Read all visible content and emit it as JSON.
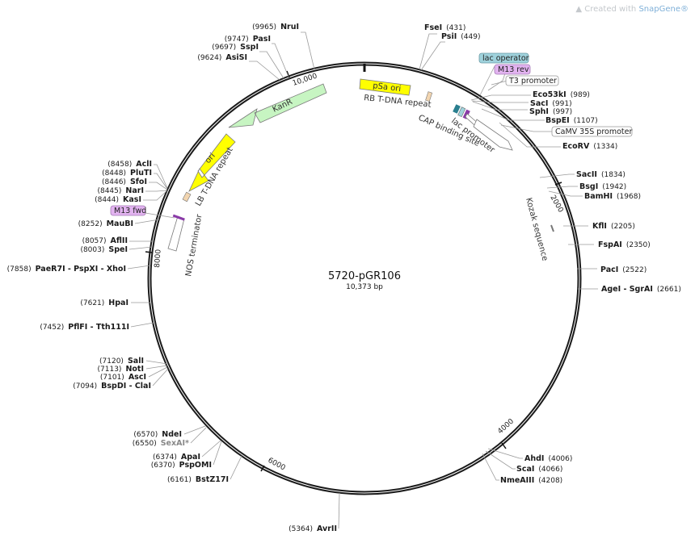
{
  "watermark": {
    "prefix": "Created with ",
    "brand": "SnapGene®"
  },
  "plasmid": {
    "name": "5720-pGR106",
    "size": "10,373 bp"
  },
  "ticks": [
    "2000",
    "4000",
    "6000",
    "8000",
    "10,000"
  ],
  "enzymes": {
    "right": [
      {
        "name": "FseI",
        "pos": "(431)"
      },
      {
        "name": "PsiI",
        "pos": "(449)"
      },
      {
        "name": "Eco53kI",
        "pos": "(989)"
      },
      {
        "name": "SacI",
        "pos": "(991)"
      },
      {
        "name": "SphI",
        "pos": "(997)"
      },
      {
        "name": "BspEI",
        "pos": "(1107)"
      },
      {
        "name": "EcoRV",
        "pos": "(1334)"
      },
      {
        "name": "SacII",
        "pos": "(1834)"
      },
      {
        "name": "BsgI",
        "pos": "(1942)"
      },
      {
        "name": "BamHI",
        "pos": "(1968)"
      },
      {
        "name": "KflI",
        "pos": "(2205)"
      },
      {
        "name": "FspAI",
        "pos": "(2350)"
      },
      {
        "name": "PacI",
        "pos": "(2522)"
      },
      {
        "name": "AgeI - SgrAI",
        "pos": "(2661)"
      },
      {
        "name": "AhdI",
        "pos": "(4006)"
      },
      {
        "name": "ScaI",
        "pos": "(4066)"
      },
      {
        "name": "NmeAIII",
        "pos": "(4208)"
      }
    ],
    "left": [
      {
        "name": "NruI",
        "pos": "(9965)"
      },
      {
        "name": "PasI",
        "pos": "(9747)"
      },
      {
        "name": "SspI",
        "pos": "(9697)"
      },
      {
        "name": "AsiSI",
        "pos": "(9624)"
      },
      {
        "name": "AclI",
        "pos": "(8458)"
      },
      {
        "name": "PluTI",
        "pos": "(8448)"
      },
      {
        "name": "SfoI",
        "pos": "(8446)"
      },
      {
        "name": "NarI",
        "pos": "(8445)"
      },
      {
        "name": "KasI",
        "pos": "(8444)"
      },
      {
        "name": "MauBI",
        "pos": "(8252)"
      },
      {
        "name": "AflII",
        "pos": "(8057)"
      },
      {
        "name": "SpeI",
        "pos": "(8003)"
      },
      {
        "name": "PaeR7I - PspXI - XhoI",
        "pos": "(7858)"
      },
      {
        "name": "HpaI",
        "pos": "(7621)"
      },
      {
        "name": "PflFI - Tth111I",
        "pos": "(7452)"
      },
      {
        "name": "SalI",
        "pos": "(7120)"
      },
      {
        "name": "NotI",
        "pos": "(7113)"
      },
      {
        "name": "AscI",
        "pos": "(7101)"
      },
      {
        "name": "BspDI - ClaI",
        "pos": "(7094)"
      },
      {
        "name": "NdeI",
        "pos": "(6570)"
      },
      {
        "name": "SexAI*",
        "pos": "(6550)"
      },
      {
        "name": "ApaI",
        "pos": "(6374)"
      },
      {
        "name": "PspOMI",
        "pos": "(6370)"
      },
      {
        "name": "BstZ17I",
        "pos": "(6161)"
      },
      {
        "name": "AvrII",
        "pos": "(5364)"
      }
    ]
  },
  "boxed_labels": [
    {
      "text": "lac operator",
      "color": "#9fd2dc"
    },
    {
      "text": "M13 rev",
      "color": "#e2b3f0"
    },
    {
      "text": "T3 promoter",
      "color": "#ffffff"
    },
    {
      "text": "CaMV 35S promoter",
      "color": "#ffffff"
    },
    {
      "text": "M13 fwd",
      "color": "#e2b3f0"
    }
  ],
  "features": {
    "pSa_ori": "pSa ori",
    "kanr": "KanR",
    "ori": "ori",
    "rb_repeat": "RB T-DNA repeat",
    "cap_site": "CAP binding site",
    "lac_promoter": "lac promoter",
    "lb_repeat": "LB T-DNA repeat",
    "nos_terminator": "NOS terminator",
    "kozak": "Kozak sequence"
  },
  "colors": {
    "yellow": "#ffff00",
    "green": "#c7f5c2",
    "tan": "#f2d5b0",
    "purple": "#8a3aa8",
    "teal": "#2a7f8f",
    "outline": "#7a7a7a"
  }
}
